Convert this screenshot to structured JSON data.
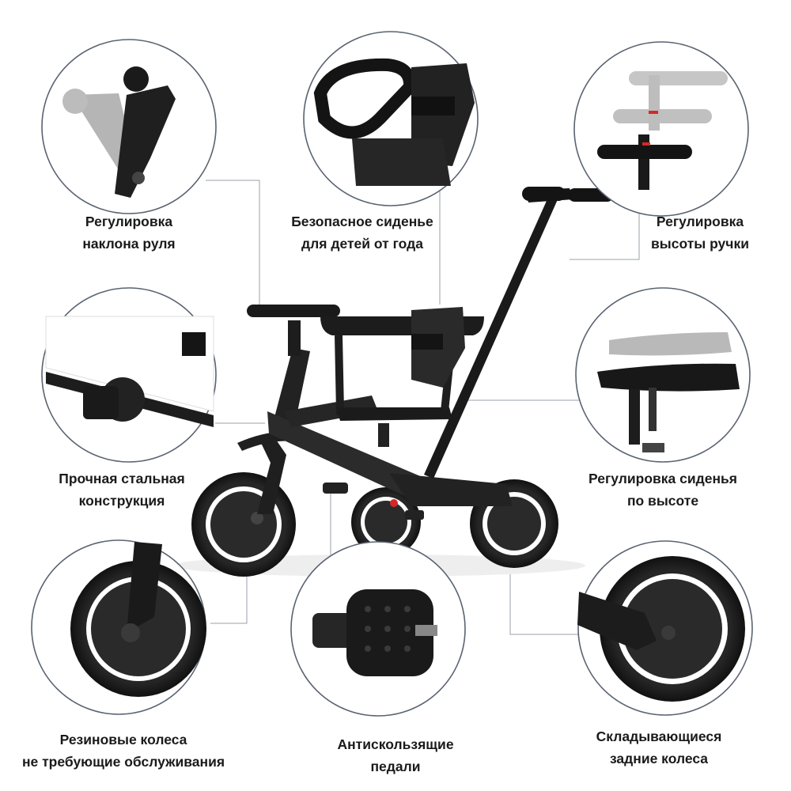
{
  "features": [
    {
      "id": "handlebar-tilt",
      "lines": [
        "Регулировка",
        "наклона руля"
      ]
    },
    {
      "id": "safe-seat",
      "lines": [
        "Безопасное сиденье",
        "для детей от года"
      ]
    },
    {
      "id": "handle-height",
      "lines": [
        "Регулировка",
        "высоты ручки"
      ]
    },
    {
      "id": "steel-frame",
      "lines": [
        "Прочная стальная",
        "конструкция"
      ]
    },
    {
      "id": "seat-height",
      "lines": [
        "Регулировка сиденья",
        "по высоте"
      ]
    },
    {
      "id": "rubber-wheels",
      "lines": [
        "Резиновые колеса",
        "не требующие обслуживания"
      ]
    },
    {
      "id": "anti-slip-pedals",
      "lines": [
        "Антискользящие",
        "педали"
      ]
    },
    {
      "id": "folding-rear-wheels",
      "lines": [
        "Складывающиеся",
        "задние колеса"
      ]
    }
  ],
  "colors": {
    "product": "#1f1f1f",
    "ghost": "#b5b5b5",
    "accent": "#d62828"
  }
}
